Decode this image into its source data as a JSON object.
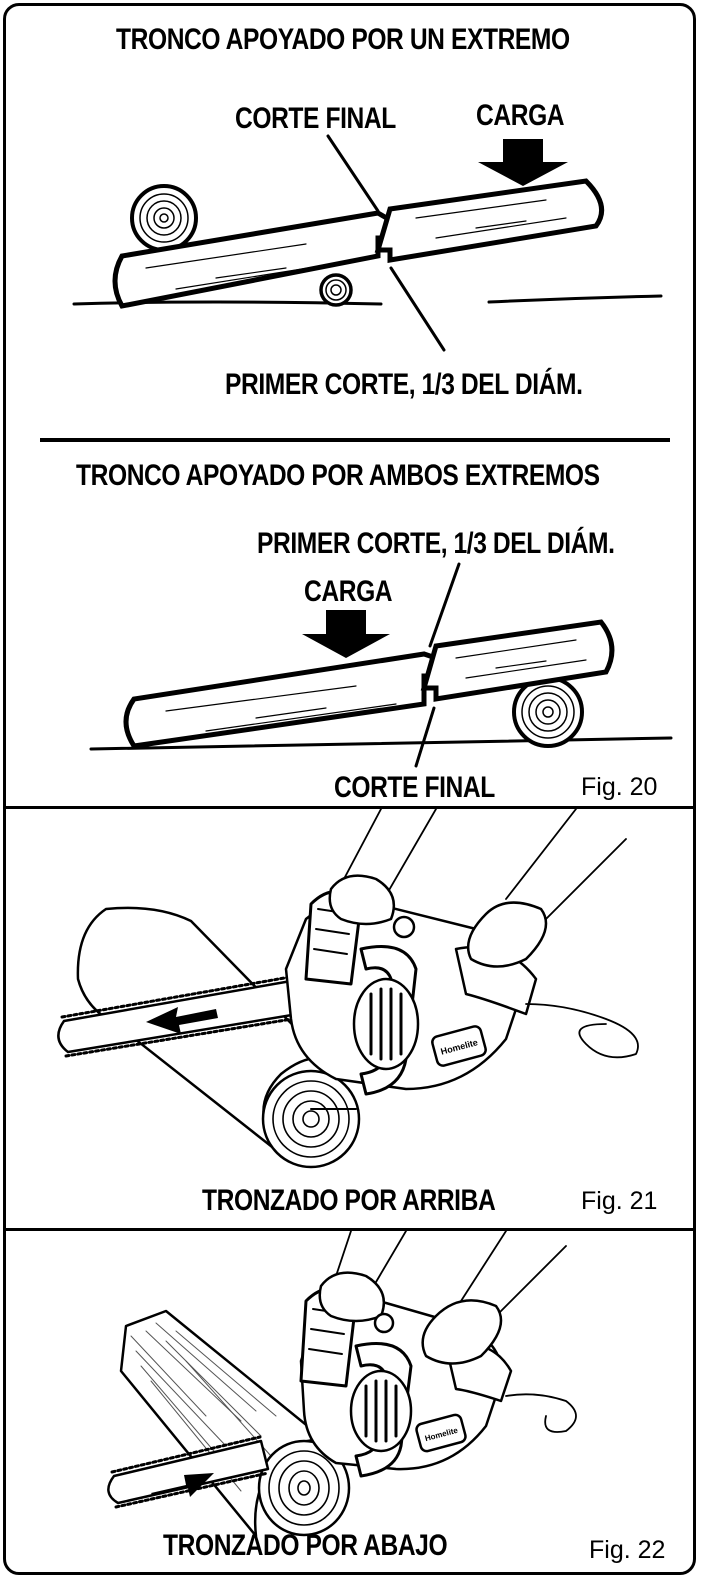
{
  "section_one": {
    "title": "TRONCO APOYADO POR UN EXTREMO",
    "final_cut_label": "CORTE FINAL",
    "load_label": "CARGA",
    "first_cut_label": "PRIMER CORTE, 1/3 DEL DIÁM."
  },
  "section_two": {
    "title": "TRONCO APOYADO POR AMBOS EXTREMOS",
    "first_cut_label": "PRIMER CORTE, 1/3 DEL DIÁM.",
    "load_label": "CARGA",
    "final_cut_label": "CORTE FINAL",
    "figure": "Fig. 20"
  },
  "overbuck": {
    "caption": "TRONZADO POR ARRIBA",
    "figure": "Fig. 21",
    "badge_text": "Homelite"
  },
  "underbuck": {
    "caption": "TRONZADO POR ABAJO",
    "figure": "Fig. 22",
    "badge_text": "Homelite"
  }
}
